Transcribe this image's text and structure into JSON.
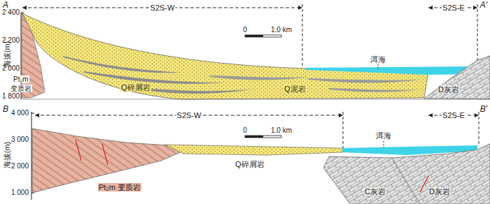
{
  "diagram": {
    "labels": [
      "A",
      "A′",
      "2 400",
      "2 200",
      "2 000",
      "1 800",
      "海拔(m)",
      "S2S-W",
      "S2S-E",
      "0",
      "1.0 km",
      "洱海",
      "Pt₂m",
      "变质岩",
      "Q碎屑岩",
      "Q泥岩",
      "D灰岩",
      "B",
      "B′",
      "4 000",
      "3 000",
      "2 000",
      "1 000",
      "海拔(m)",
      "S2S-W",
      "S2S-E",
      "0",
      "1.0 km",
      "洱海",
      "Pt₂m 变质岩",
      "Q碎屑岩",
      "C灰岩",
      "D灰岩"
    ]
  }
}
